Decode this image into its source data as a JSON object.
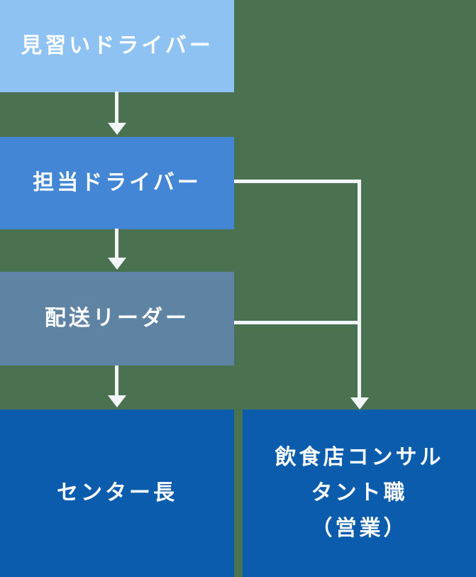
{
  "diagram": {
    "title_hint": "career-path-flowchart",
    "background_color": "#4A7250",
    "arrow_color": "#F3F6F9",
    "text_color": "#FFFFFF",
    "boxes": [
      {
        "id": "apprentice-driver",
        "label": "見習いドライバー",
        "color": "#8DC2F2"
      },
      {
        "id": "assigned-driver",
        "label": "担当ドライバー",
        "color": "#4386D5"
      },
      {
        "id": "delivery-leader",
        "label": "配送リーダー",
        "color": "#5F84A3"
      },
      {
        "id": "center-manager",
        "label": "センター長",
        "color": "#0B5CAD"
      },
      {
        "id": "restaurant-consultant",
        "color": "#0B5CAD",
        "lines": [
          "飲食店コンサル",
          "タント職",
          "（営業）"
        ]
      }
    ]
  }
}
